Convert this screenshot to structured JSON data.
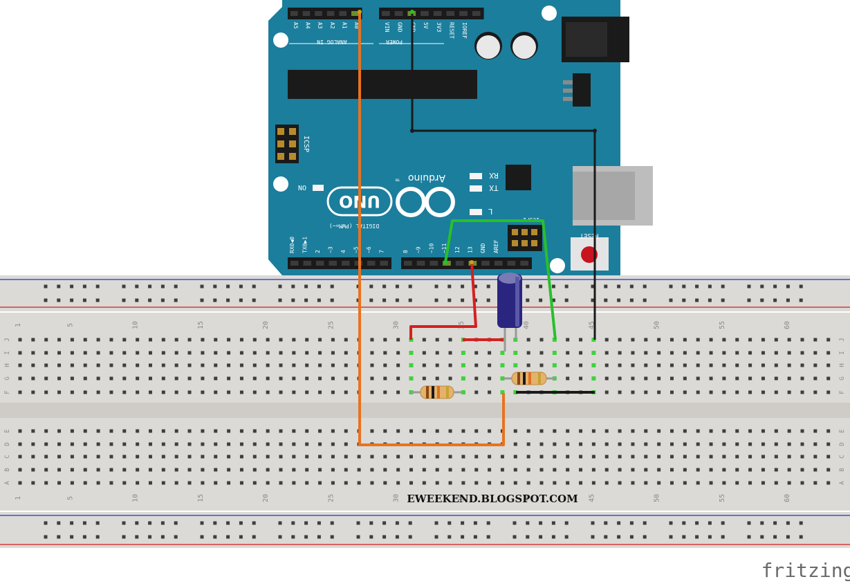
{
  "arduino": {
    "brand": "Arduino",
    "tm": "TM",
    "model": "UNO",
    "analog_pins": [
      "A5",
      "A4",
      "A3",
      "A2",
      "A1",
      "A0"
    ],
    "analog_header": "ANALOG IN",
    "power_pins": [
      "VIN",
      "GND",
      "GND",
      "5V",
      "3V3",
      "RESET",
      "IOREF"
    ],
    "power_header": "POWER",
    "digital_header": "DIGITAL (PWM=~)",
    "digital_low": [
      "RX0◀0",
      "TX0▶1",
      "2",
      "~3",
      "4",
      "~5",
      "~6",
      "7"
    ],
    "digital_high": [
      "8",
      "~9",
      "~10",
      "~11",
      "12",
      "13",
      "GND",
      "AREF"
    ],
    "icsp_label": "ICSP",
    "icsp2_label": "ICSP2",
    "on_label": "ON",
    "rx_label": "RX",
    "tx_label": "TX",
    "l_label": "L",
    "reset_label": "RESET"
  },
  "breadboard": {
    "top_numbers": [
      "1",
      "5",
      "10",
      "15",
      "20",
      "25",
      "30",
      "35",
      "40",
      "45",
      "50",
      "55",
      "60"
    ],
    "bottom_numbers": [
      "1",
      "5",
      "10",
      "15",
      "20",
      "25",
      "30",
      "35",
      "40",
      "45",
      "50",
      "55",
      "60"
    ],
    "rows_top_left": [
      "J",
      "I",
      "H",
      "G",
      "F"
    ],
    "rows_top_right": [
      "J",
      "I",
      "H",
      "G",
      "F"
    ],
    "rows_bottom_left": [
      "E",
      "D",
      "C",
      "B",
      "A"
    ],
    "rows_bottom_right": [
      "E",
      "D",
      "C",
      "B",
      "A"
    ]
  },
  "watermark": "EWEEKEND.BLOGSPOT.COM",
  "logo": "fritzing",
  "colors": {
    "board": "#1b7e9c",
    "wire_orange": "#e8731f",
    "wire_black": "#1a1a1a",
    "wire_green": "#27c02c",
    "wire_red": "#d42020",
    "breadboard": "#dcdad6",
    "rail_red": "#d43a3a",
    "rail_blue": "#3a4fd4"
  }
}
